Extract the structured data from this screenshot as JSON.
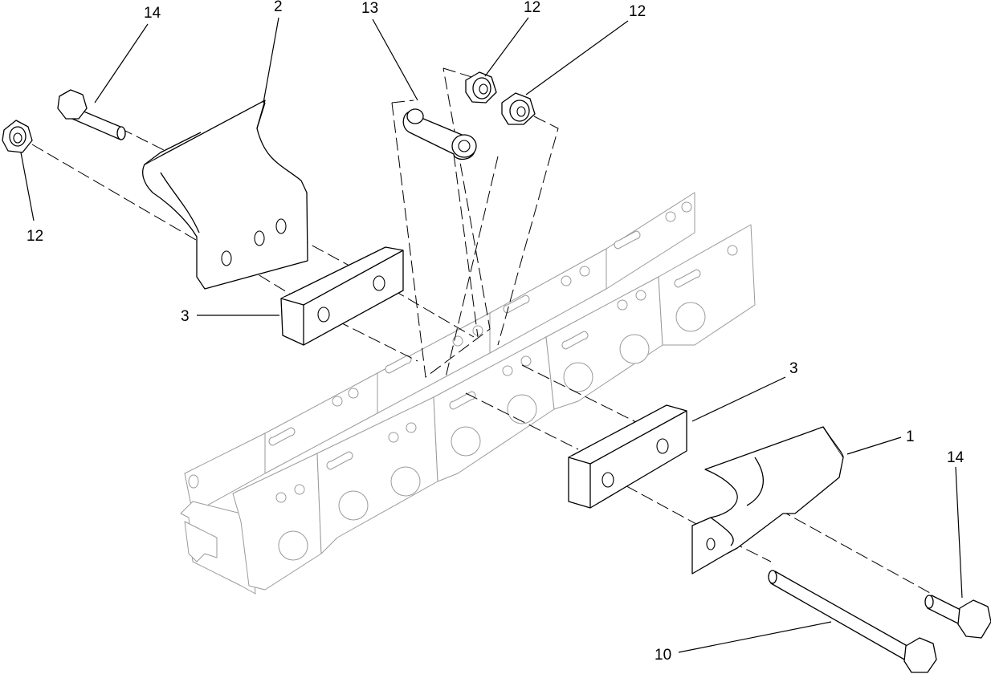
{
  "callouts": {
    "c14_top": "14",
    "c2": "2",
    "c13": "13",
    "c12_a": "12",
    "c12_b": "12",
    "c12_left": "12",
    "c3_left": "3",
    "c3_right": "3",
    "c1": "1",
    "c14_right": "14",
    "c10": "10"
  },
  "colors": {
    "line": "#000000",
    "chain": "#9a9a9a",
    "background": "#ffffff"
  }
}
